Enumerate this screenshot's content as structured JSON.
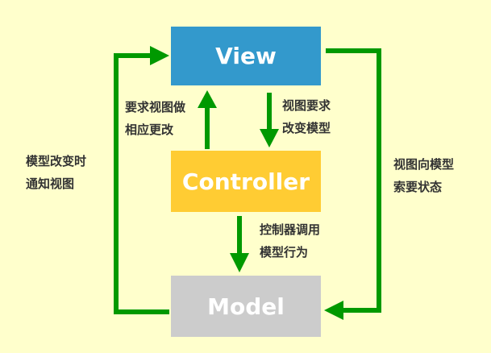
{
  "nodes": {
    "view": "View",
    "controller": "Controller",
    "model": "Model"
  },
  "labels": {
    "controller_to_view_line1": "要求视图做",
    "controller_to_view_line2": "相应更改",
    "view_to_controller_line1": "视图要求",
    "view_to_controller_line2": "改变模型",
    "controller_to_model_line1": "控制器调用",
    "controller_to_model_line2": "模型行为",
    "model_to_view_line1": "模型改变时",
    "model_to_view_line2": "通知视图",
    "view_to_model_line1": "视图向模型",
    "view_to_model_line2": "索要状态"
  },
  "colors": {
    "background": "#ffffcc",
    "view": "#3399cc",
    "controller": "#ffcc33",
    "model": "#cccccc",
    "arrow": "#009900",
    "text": "#333333"
  }
}
